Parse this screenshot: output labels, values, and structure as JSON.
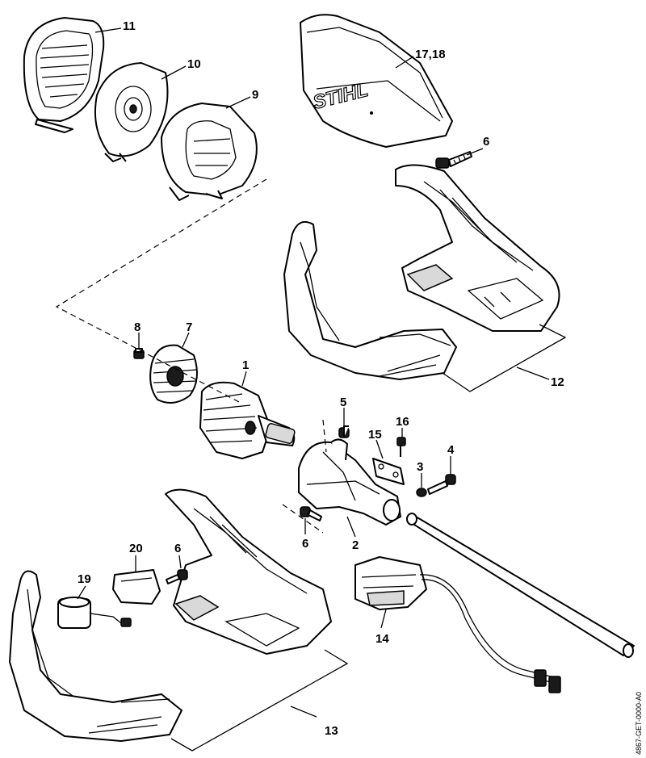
{
  "brand": {
    "name": "STIHL"
  },
  "doc_id": "4867-GET-0000-A0",
  "callouts": {
    "c1": "1",
    "c2": "2",
    "c3": "3",
    "c4": "4",
    "c5": "5",
    "c6a": "6",
    "c6b": "6",
    "c6c": "6",
    "c7": "7",
    "c8": "8",
    "c9": "9",
    "c10": "10",
    "c11": "11",
    "c12": "12",
    "c13": "13",
    "c14": "14",
    "c15": "15",
    "c16": "16",
    "c17_18": "17,18",
    "c19": "19",
    "c20": "20"
  }
}
